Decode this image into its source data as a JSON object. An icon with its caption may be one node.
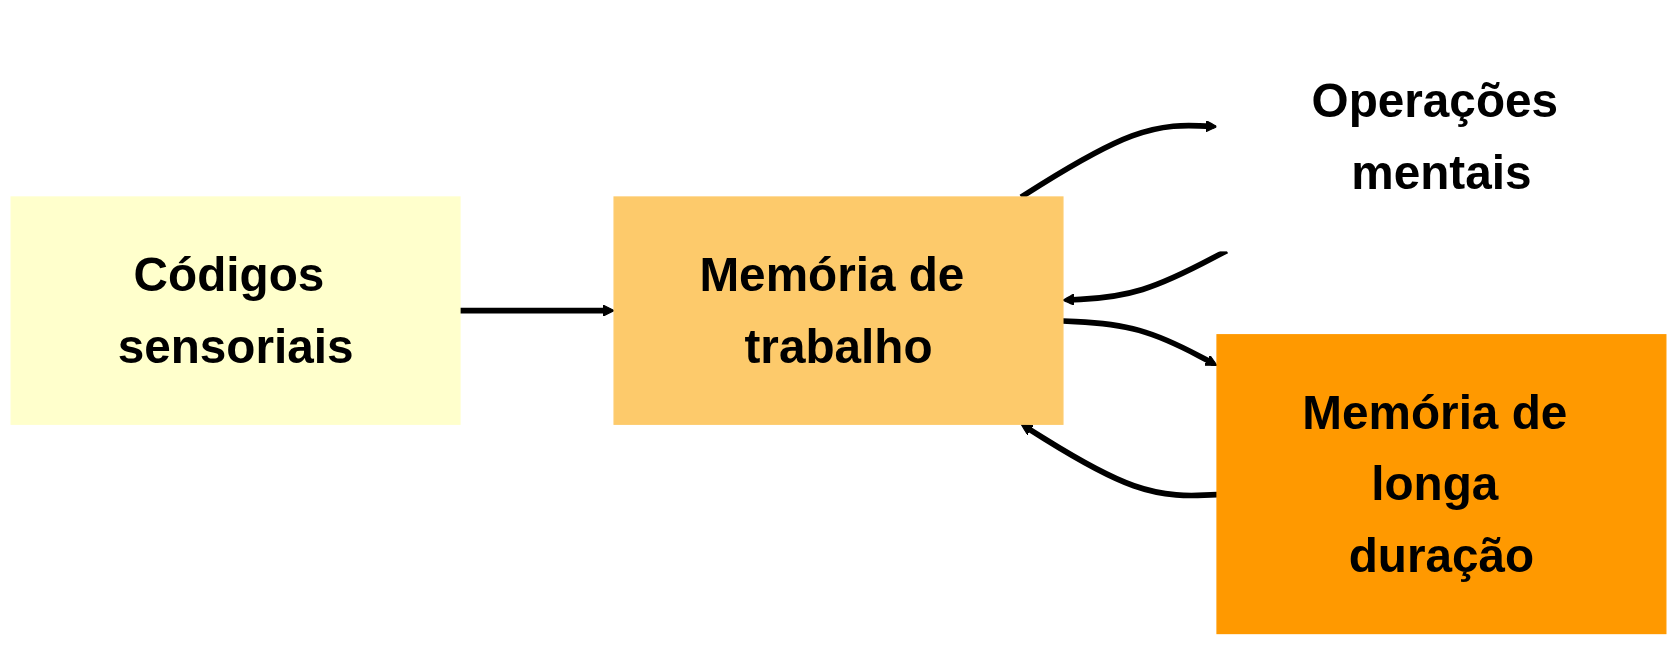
{
  "diagram": {
    "nodes": [
      {
        "text": [
          "Códigos sensoriais"
        ]
      },
      {
        "text": [
          "Memória de trabalho"
        ]
      },
      {
        "text": [
          "Operações mentais"
        ]
      },
      {
        "text": [
          "Memória de longa duração"
        ]
      }
    ],
    "edges": [
      {
        "from": 0,
        "to": 1,
        "arrow": "to"
      },
      {
        "from": 1,
        "to": 2,
        "arrow": "to"
      },
      {
        "from": 2,
        "to": 1,
        "arrow": "to"
      },
      {
        "from": 3,
        "to": 1,
        "arrow": "to"
      },
      {
        "from": 1,
        "to": 3,
        "arrow": "to"
      }
    ]
  }
}
